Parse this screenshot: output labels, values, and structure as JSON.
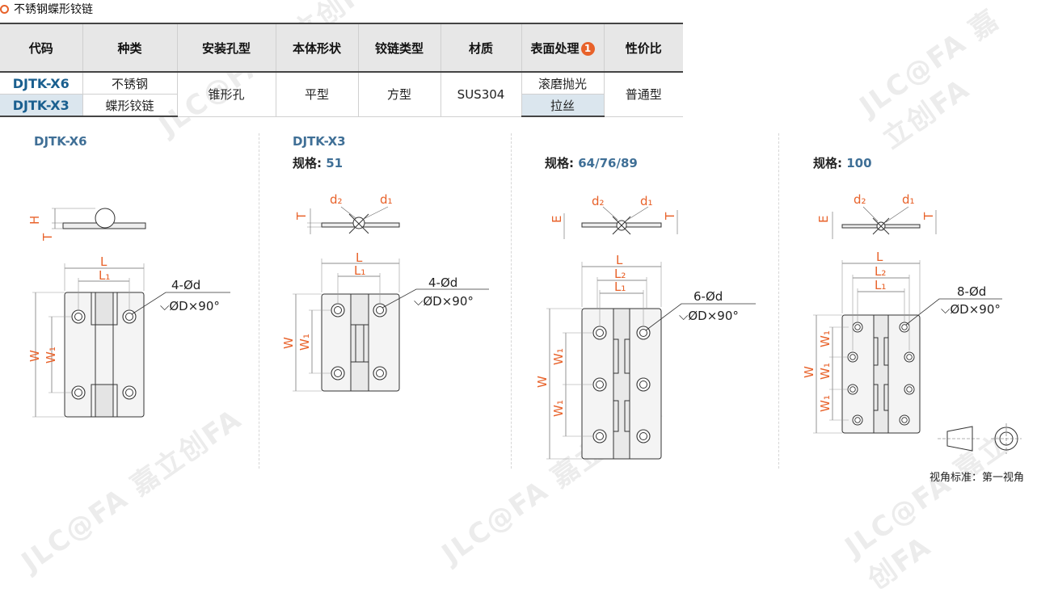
{
  "title": "不锈钢蝶形铰链",
  "table": {
    "headers": [
      "代码",
      "种类",
      "安装孔型",
      "本体形状",
      "铰链类型",
      "材质",
      "表面处理",
      "性价比"
    ],
    "note_badge": "1",
    "codes": [
      "DJTK-X6",
      "DJTK-X3"
    ],
    "kind": [
      "不锈钢",
      "蝶形铰链"
    ],
    "hole_type": "锥形孔",
    "body_shape": "平型",
    "hinge_type": "方型",
    "material": "SUS304",
    "surface": [
      "滚磨抛光",
      "拉丝"
    ],
    "value": "普通型"
  },
  "sections": [
    {
      "code": "DJTK-X6",
      "spec_label": "",
      "spec_value": "",
      "hole_label": "4-Ød",
      "csk_label": "⌵ØD×90°"
    },
    {
      "code": "DJTK-X3",
      "spec_label": "规格:",
      "spec_value": "51",
      "hole_label": "4-Ød",
      "csk_label": "⌵ØD×90°"
    },
    {
      "code": "",
      "spec_label": "规格:",
      "spec_value": "64/76/89",
      "hole_label": "6-Ød",
      "csk_label": "⌵ØD×90°"
    },
    {
      "code": "",
      "spec_label": "规格:",
      "spec_value": "100",
      "hole_label": "8-Ød",
      "csk_label": "⌵ØD×90°"
    }
  ],
  "dims": {
    "L": "L",
    "L1": "L₁",
    "L2": "L₂",
    "W": "W",
    "W1": "W₁",
    "H": "H",
    "T": "T",
    "d1": "d₁",
    "d2": "d₂"
  },
  "view_standard": "视角标准：第一视角",
  "watermark": "JLC@FA 嘉立创FA",
  "colors": {
    "accent": "#e8622a",
    "code_blue": "#1a5f8f",
    "spec_blue": "#3f6f96",
    "table_header": "#e7e7e7",
    "row_shade": "#dbe6ee"
  }
}
